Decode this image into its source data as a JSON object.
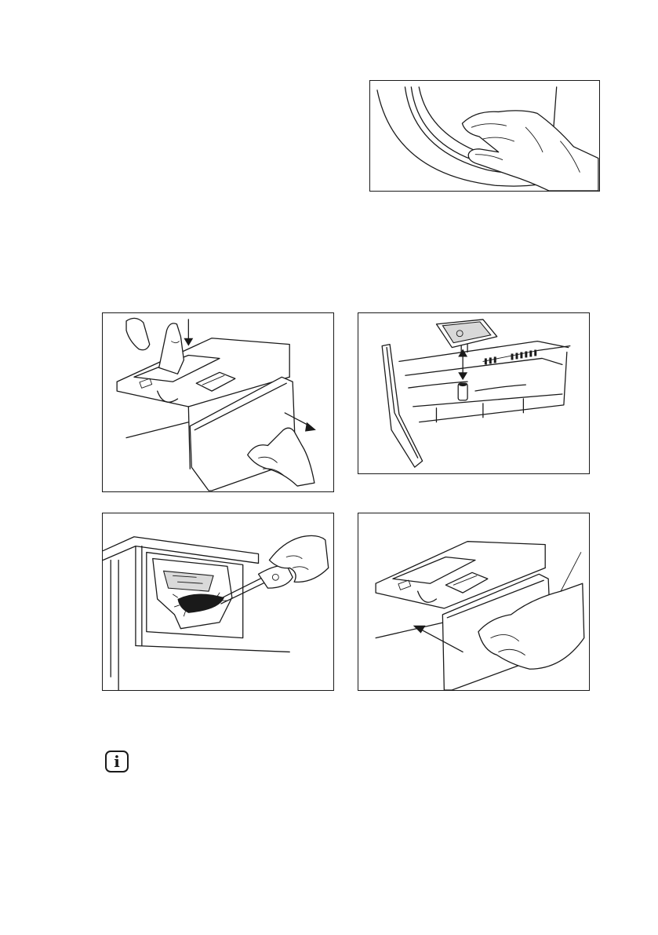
{
  "figures": [
    {
      "id": "door-seal",
      "icon": "hand-cleaning-door-seal"
    },
    {
      "id": "remove-drawer",
      "icon": "press-release-lever-pull-drawer"
    },
    {
      "id": "remove-siphon-insert",
      "icon": "lift-siphon-insert"
    },
    {
      "id": "clean-drawer-recess",
      "icon": "brush-cleaning-recess"
    },
    {
      "id": "insert-drawer",
      "icon": "push-drawer-back"
    }
  ],
  "info_note": {
    "icon": "information-icon",
    "glyph": "i"
  }
}
